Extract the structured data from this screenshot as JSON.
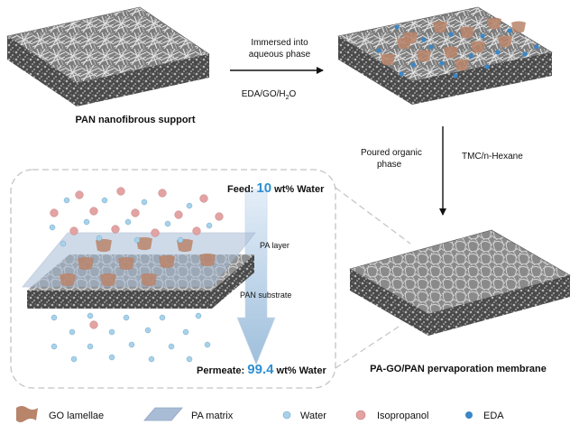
{
  "steps": {
    "immersion_line1": "Immersed into",
    "immersion_line2": "aqueous phase",
    "aqueous_solution_prefix": "EDA/GO/H",
    "aqueous_solution_subscript": "2",
    "aqueous_solution_suffix": "O",
    "organic_line1": "Poured organic",
    "organic_line2": "phase",
    "organic_solution": "TMC/n-Hexane"
  },
  "membranes": {
    "support_label": "PAN nanofibrous support",
    "product_label": "PA-GO/PAN pervaporation membrane"
  },
  "detail": {
    "feed_prefix": "Feed: ",
    "feed_value": "10",
    "feed_suffix": " wt% Water",
    "pa_layer": "PA layer",
    "pan_substrate": "PAN substrate",
    "permeate_prefix": "Permeate: ",
    "permeate_value": "99.4",
    "permeate_suffix": " wt% Water"
  },
  "legend": {
    "go_lamellae": "GO lamellae",
    "pa_matrix": "PA matrix",
    "water": "Water",
    "isopropanol": "Isopropanol",
    "eda": "EDA"
  },
  "colors": {
    "go_brown": "#b8846a",
    "pa_blue": "#a9bcd6",
    "water_blue": "#a8d2ea",
    "isopropanol_pink": "#e3a3a3",
    "eda_blue": "#3b86c6",
    "highlight_blue": "#2f8fd0"
  }
}
